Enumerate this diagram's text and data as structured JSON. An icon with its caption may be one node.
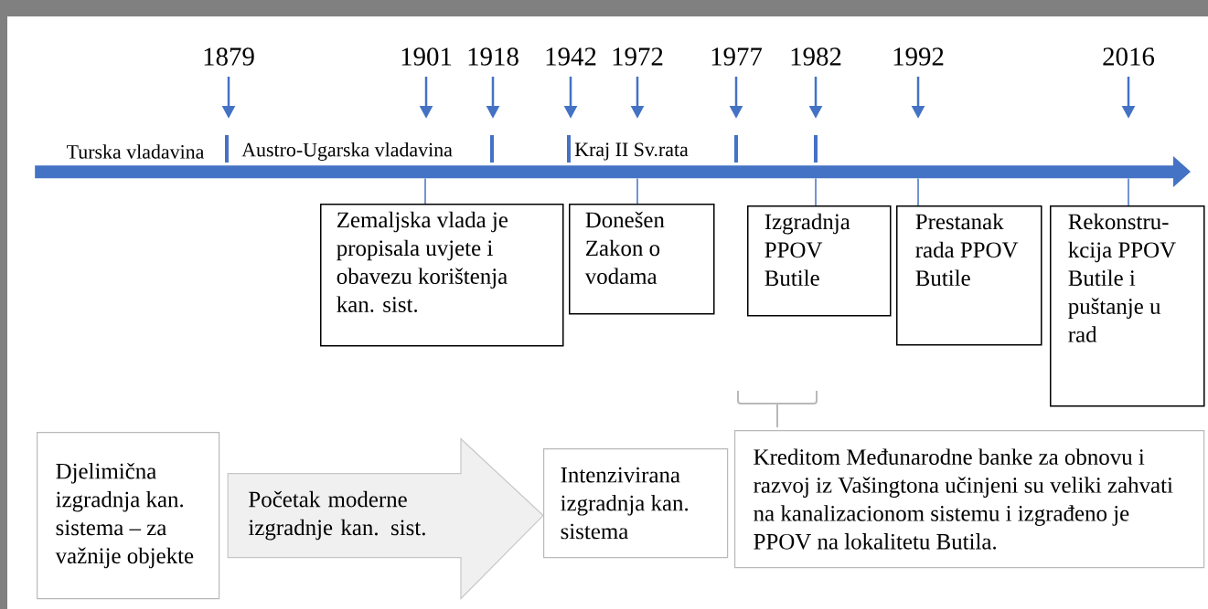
{
  "diagram": {
    "nodes": [
      {
        "text": [],
        "shape": "bar"
      },
      {
        "text": [
          "1879"
        ]
      },
      {
        "text": [
          "1901"
        ]
      },
      {
        "text": [
          "1918"
        ]
      },
      {
        "text": [
          "1942"
        ]
      },
      {
        "text": [
          "1972"
        ]
      },
      {
        "text": [
          "1977"
        ]
      },
      {
        "text": [
          "1982"
        ]
      },
      {
        "text": [
          "1992"
        ]
      },
      {
        "text": [
          "2016"
        ]
      },
      {
        "text": [
          "Zemaljska vlada je propisala uvjete i obavezu korištenja kan. sist."
        ]
      },
      {
        "text": [
          "Donešen Zakon o vodama"
        ]
      },
      {
        "text": [
          "Izgradnja PPOV Butile"
        ]
      },
      {
        "text": [
          "Prestanak rada PPOV Butile"
        ]
      },
      {
        "text": [
          "Rekonstru-kcija PPOV Butile i puštanje u rad"
        ]
      },
      {
        "text": [
          "Djelimična izgradnja kan. sistema – za važnije objekte"
        ]
      },
      {
        "text": [
          "Intenzivirana izgradnja kan. sistema"
        ]
      },
      {
        "text": [
          "Kreditom Međunarodne banke za obnovu i razvoj iz Vašingtona učinjeni su veliki zahvati na kanalizacionom sistemu i izgrađeno je PPOV na lokalitetu Butila."
        ]
      }
    ],
    "edges": [
      {
        "from": 1,
        "to": null,
        "arrow": "to"
      },
      {
        "from": 2,
        "to": null,
        "arrow": "to"
      },
      {
        "from": 3,
        "to": null,
        "arrow": "to"
      },
      {
        "from": 4,
        "to": null,
        "arrow": "to"
      },
      {
        "from": 5,
        "to": null,
        "arrow": "to"
      },
      {
        "from": 6,
        "to": null,
        "arrow": "to"
      },
      {
        "from": 7,
        "to": null,
        "arrow": "to"
      },
      {
        "from": 8,
        "to": null,
        "arrow": "to"
      },
      {
        "from": 9,
        "to": null,
        "arrow": "to"
      },
      {
        "from": 10,
        "to": 0,
        "arrow": "none"
      },
      {
        "from": 11,
        "to": 0,
        "arrow": "none"
      },
      {
        "from": 12,
        "to": 0,
        "arrow": "none"
      },
      {
        "from": 13,
        "to": 0,
        "arrow": "none"
      },
      {
        "from": 14,
        "to": 0,
        "arrow": "none"
      },
      {
        "from": 15,
        "to": 16,
        "arrow": "to",
        "label": "Početak moderne izgradnje kan. sist."
      }
    ],
    "labels": [
      "Turska vladavina",
      "Austro-Ugarska vladavina",
      "Kraj II Sv.rata"
    ]
  }
}
